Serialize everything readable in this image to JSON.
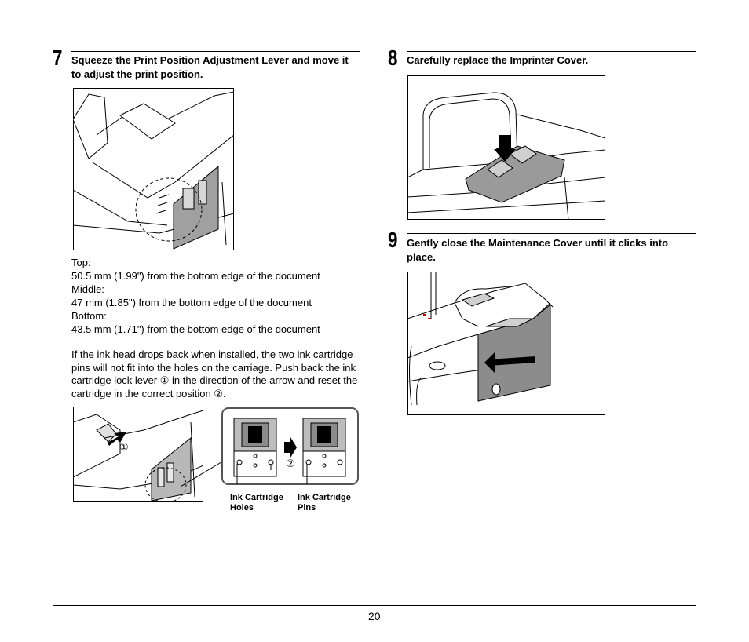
{
  "step7": {
    "number": "7",
    "heading_line1": "Squeeze the Print Position Adjustment Lever and move it",
    "heading_line2": "to adjust the print position.",
    "positions": [
      {
        "label": "Top:",
        "value": "50.5 mm (1.99\") from the bottom edge of the document"
      },
      {
        "label": "Middle:",
        "value": "47 mm (1.85\") from the bottom edge of the document"
      },
      {
        "label": "Bottom:",
        "value": "43.5 mm (1.71\") from the bottom edge of the document"
      }
    ],
    "note_lines": [
      "If the ink head drops back when installed, the two ink cartridge",
      "pins will not fit into the holes on the carriage. Push back the ink",
      "cartridge lock lever ① in the direction of the arrow and reset the",
      "cartridge in the correct position ②."
    ],
    "callout_1": "①",
    "callout_2": "②",
    "caption_holes_line1": "Ink Cartridge",
    "caption_holes_line2": "Holes",
    "caption_pins_line1": "Ink Cartridge",
    "caption_pins_line2": "Pins"
  },
  "step8": {
    "number": "8",
    "heading": "Carefully replace the Imprinter Cover."
  },
  "step9": {
    "number": "9",
    "heading_line1": "Gently close the Maintenance Cover until it clicks into",
    "heading_line2": "place."
  },
  "footer": {
    "page_number": "20"
  }
}
